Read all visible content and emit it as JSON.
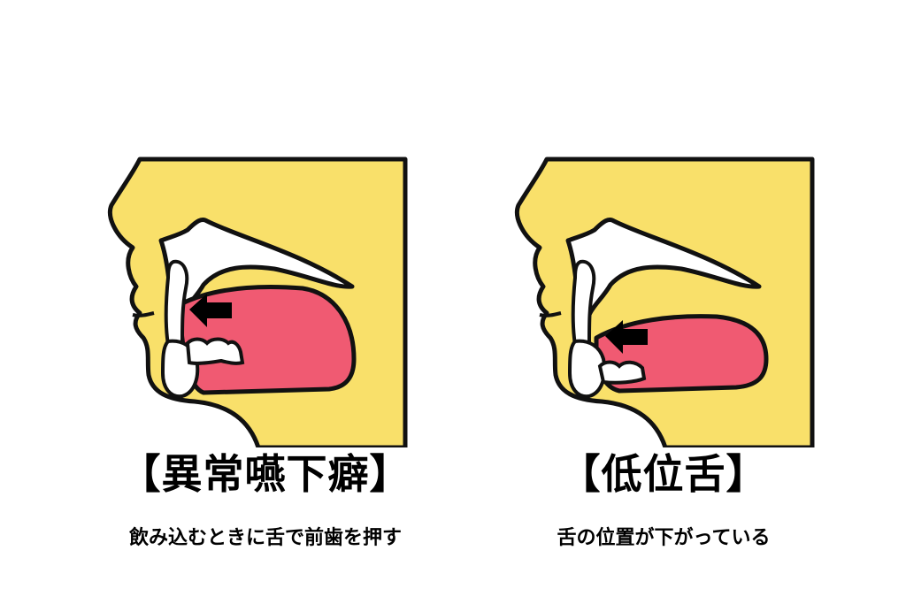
{
  "colors": {
    "skin": "#F9E06A",
    "tongue": "#F05A72",
    "bone": "#FFFFFF",
    "outline": "#111111",
    "arrow": "#000000"
  },
  "panels": [
    {
      "title": "【異常嚥下癖】",
      "caption": "飲み込むときに舌で前歯を押す",
      "arrow_icon": "arrow-left-icon"
    },
    {
      "title": "【低位舌】",
      "caption": "舌の位置が下がっている",
      "arrow_icon": "arrow-left-icon"
    }
  ]
}
